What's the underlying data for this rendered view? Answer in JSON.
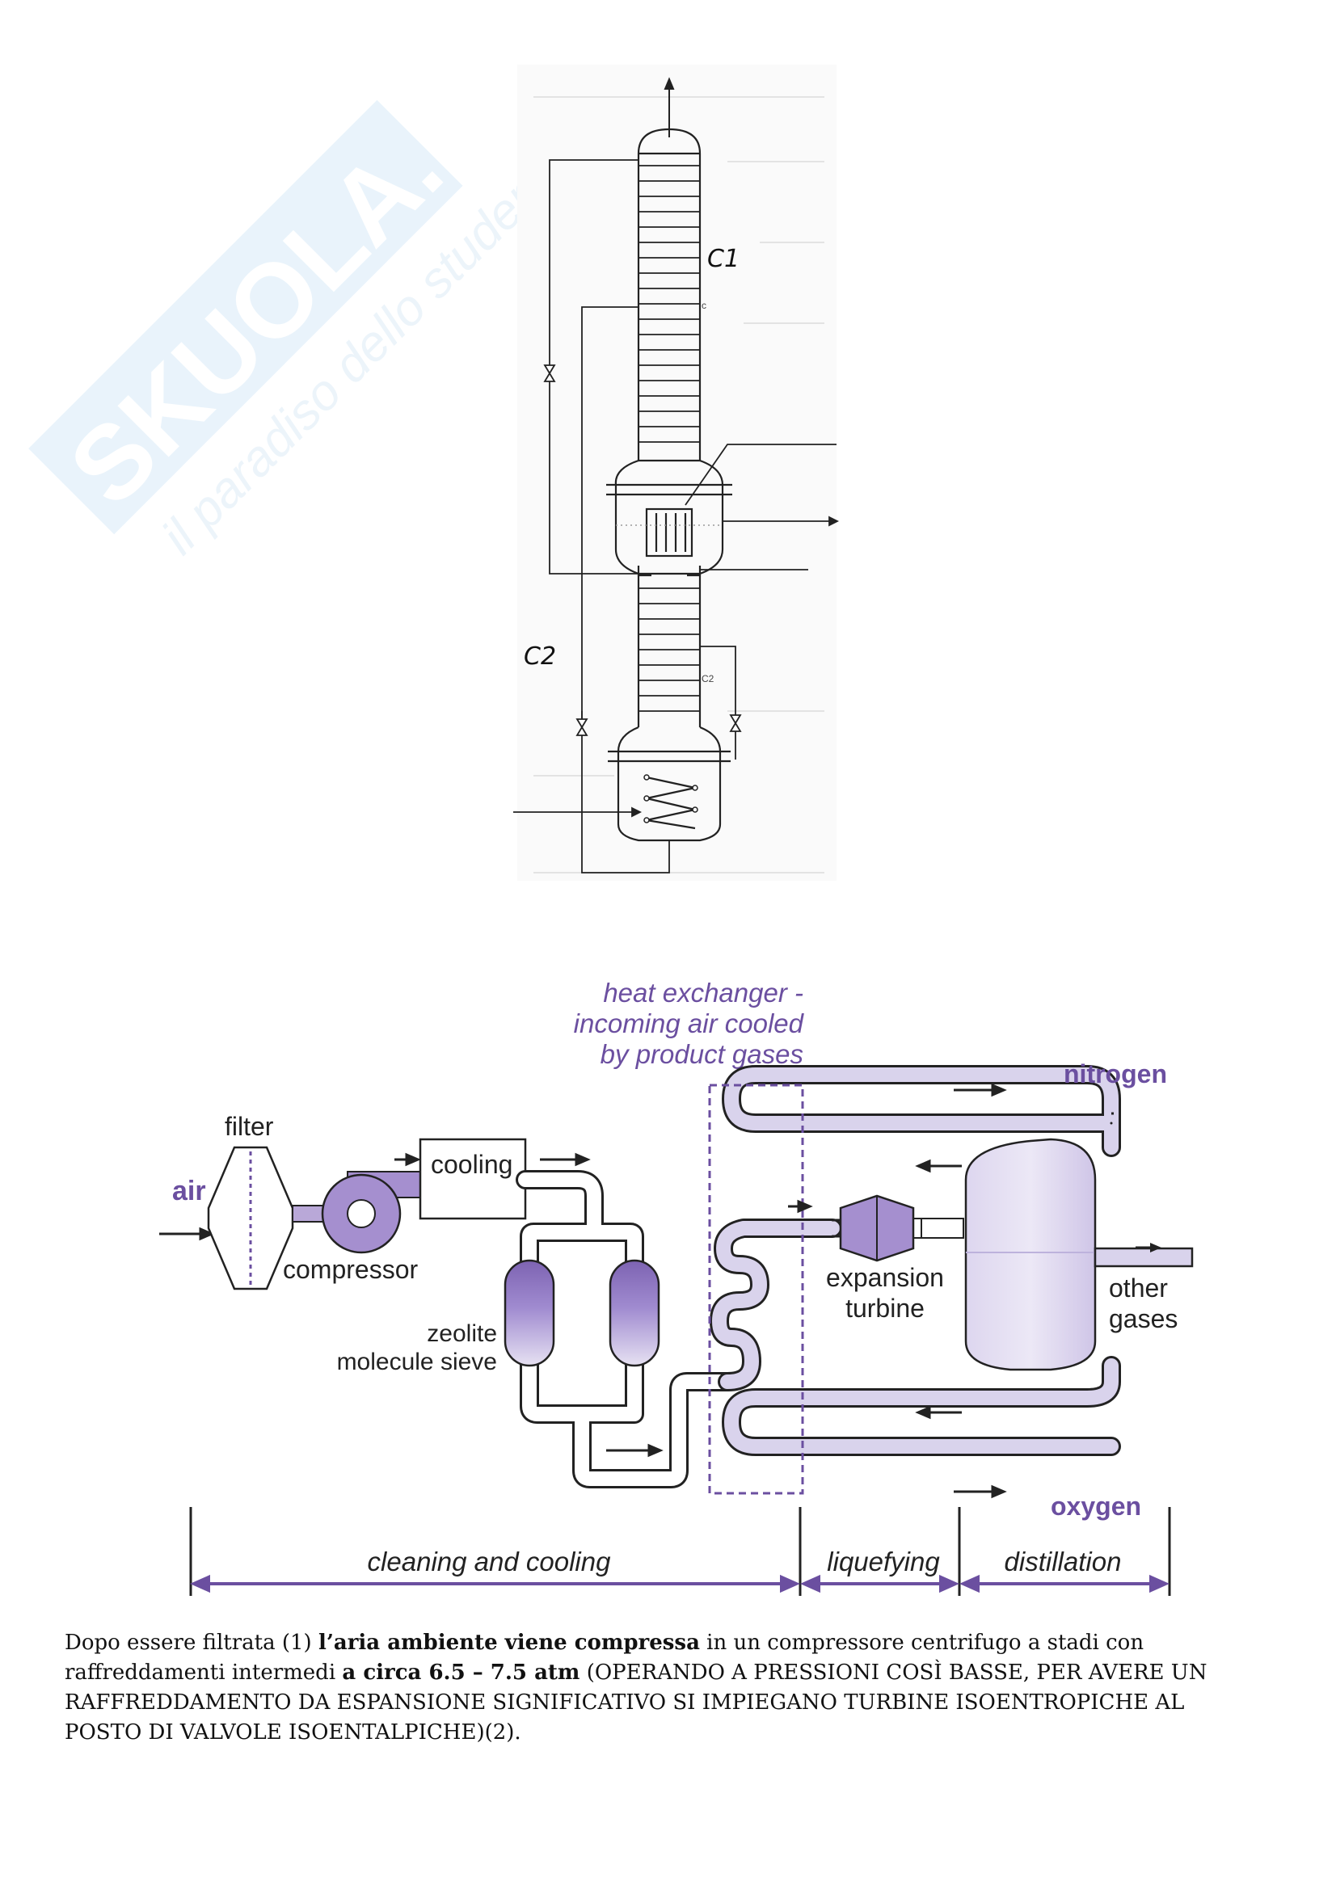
{
  "watermark": {
    "brand": "SKUOLA.net",
    "tagline": "il paradiso dello studente"
  },
  "column_figure": {
    "label_c1": "C1",
    "label_c2": "C2",
    "small_c": "c",
    "small_c2": "C2"
  },
  "process_figure": {
    "heat_exchanger_label": [
      "heat exchanger -",
      "incoming air cooled",
      "by product gases"
    ],
    "filter": "filter",
    "air": "air",
    "compressor": "compressor",
    "cooling": "cooling",
    "zeolite": [
      "zeolite",
      "molecule sieve"
    ],
    "expansion_turbine": [
      "expansion",
      "turbine"
    ],
    "nitrogen": "nitrogen",
    "oxygen": "oxygen",
    "other_gases": [
      "other",
      "gases"
    ],
    "stages": [
      "cleaning and cooling",
      "liquefying",
      "distillation"
    ],
    "colors": {
      "purple": "#6b4fa0",
      "light_purple": "#b9a8d8",
      "pipe": "#d9d3ec"
    }
  },
  "paragraph": {
    "p1": "Dopo essere filtrata (1) ",
    "b1": "l’aria ambiente viene compressa",
    "p2": " in un compressore centrifugo a stadi con raffreddamenti intermedi ",
    "b2": "a circa 6.5 – 7.5 atm",
    "p3": " (OPERANDO A PRESSIONI COSÌ BASSE, PER AVERE UN RAFFREDDAMENTO DA ESPANSIONE SIGNIFICATIVO SI IMPIEGANO TURBINE ISOENTROPICHE AL POSTO DI VALVOLE ISOENTALPICHE)(2)."
  }
}
